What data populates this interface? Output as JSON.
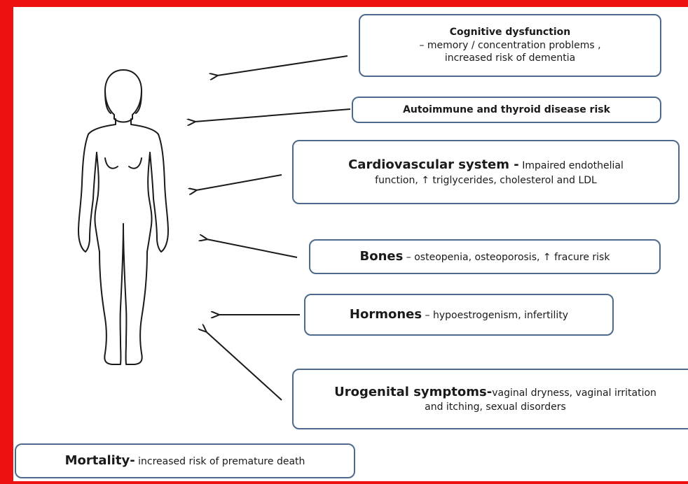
{
  "boxes": {
    "cognitive": {
      "title": "Cognitive dysfunction",
      "line2": "– memory / concentration problems ,",
      "line3": "increased risk of dementia"
    },
    "autoimmune": {
      "title": "Autoimmune and thyroid disease risk"
    },
    "cardio": {
      "title": "Cardiovascular system -",
      "desc1": " Impaired endothelial",
      "desc2": "function,  ↑ triglycerides, cholesterol and LDL"
    },
    "bones": {
      "title": "Bones",
      "desc": " – osteopenia, osteoporosis, ↑ fracure risk"
    },
    "hormones": {
      "title": "Hormones",
      "desc": " – hypoestrogenism, infertility"
    },
    "urogenital": {
      "title": "Urogenital symptoms-",
      "desc1": "vaginal dryness, vaginal irritation",
      "desc2": "and itching, sexual disorders"
    },
    "mortality": {
      "title": "Mortality-",
      "desc": " increased risk of premature death"
    }
  },
  "colors": {
    "frame": "#ee1111",
    "box_border": "#4d6a8c",
    "arrow": "#1a1a1a",
    "figure_outline": "#1a1a1a"
  }
}
